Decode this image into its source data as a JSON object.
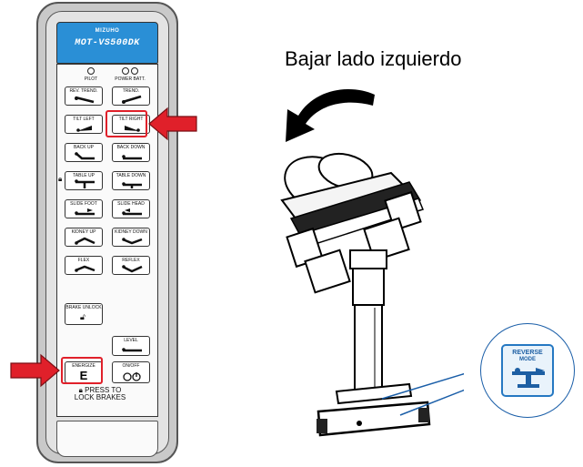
{
  "remote": {
    "brand": "MIZUHO",
    "model": "MOT-VS500DK",
    "indicators": [
      "PILOT",
      "POWER BATT."
    ],
    "buttons": [
      {
        "label": "REV. TREND.",
        "icon": "rev-trend-icon"
      },
      {
        "label": "TREND.",
        "icon": "trend-icon"
      },
      {
        "label": "TILT LEFT",
        "icon": "tilt-left-icon"
      },
      {
        "label": "TILT RIGHT",
        "icon": "tilt-right-icon"
      },
      {
        "label": "BACK UP",
        "icon": "back-up-icon"
      },
      {
        "label": "BACK DOWN",
        "icon": "back-down-icon"
      },
      {
        "label": "TABLE UP",
        "icon": "table-up-icon"
      },
      {
        "label": "TABLE DOWN",
        "icon": "table-down-icon"
      },
      {
        "label": "SLIDE FOOT",
        "icon": "slide-foot-icon"
      },
      {
        "label": "SLIDE HEAD",
        "icon": "slide-head-icon"
      },
      {
        "label": "KIDNEY UP",
        "icon": "kidney-up-icon"
      },
      {
        "label": "KIDNEY DOWN",
        "icon": "kidney-down-icon"
      },
      {
        "label": "FLEX",
        "icon": "flex-icon"
      },
      {
        "label": "REFLEX",
        "icon": "reflex-icon"
      },
      {
        "label": "BRAKE UNLOCK",
        "icon": "brake-unlock-icon"
      },
      {
        "label": "LEVEL",
        "icon": "level-icon"
      },
      {
        "label": "ENERGIZE",
        "icon": "energize-icon"
      },
      {
        "label": "ON/OFF",
        "icon": "on-off-icon"
      }
    ],
    "energize_letter": "E",
    "press_to_lock_line1": "PRESS TO",
    "press_to_lock_line2": "LOCK BRAKES"
  },
  "caption": "Bajar lado izquierdo",
  "reverse_mode": {
    "line1": "REVERSE",
    "line2": "MODE"
  },
  "colors": {
    "highlight": "#e0202a",
    "header_blue": "#2a8fd6",
    "reverse_blue": "#2578c2"
  }
}
